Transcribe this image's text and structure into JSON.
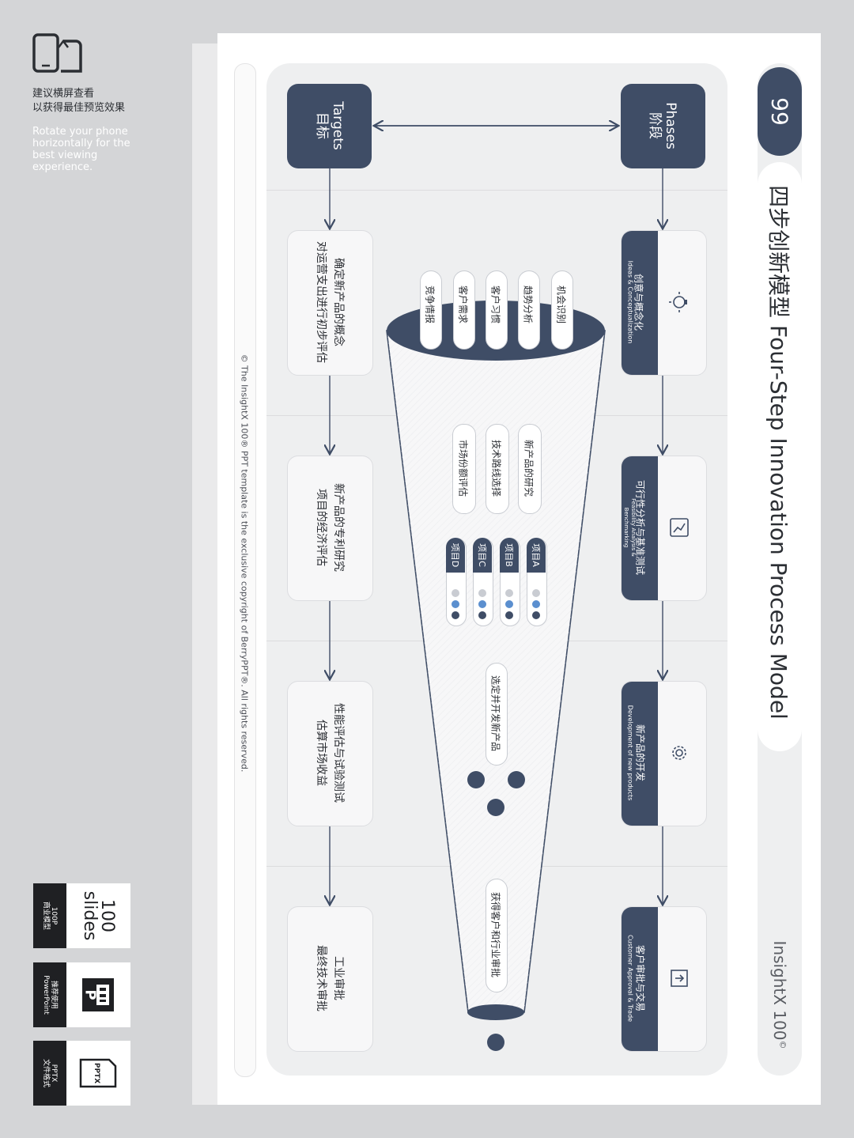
{
  "hint": {
    "cn_line1": "建议横屏查看",
    "cn_line2": "以获得最佳预览效果",
    "en_line1": "Rotate your phone",
    "en_line2": "horizontally for the",
    "en_line3": "best viewing",
    "en_line4": "experience."
  },
  "badges": [
    {
      "tag": "100P\n商业模型",
      "value": "100\nslides"
    },
    {
      "tag": "推荐使用\nPowerPoint",
      "value": "P"
    },
    {
      "tag": "PPTX\n文件格式",
      "value": "PPTX"
    }
  ],
  "slide": {
    "number": "99",
    "title": "四步创新模型 Four-Step Innovation Process Model",
    "brand": "InsightX 100",
    "brand_mark": "©",
    "copyright": "© The InsightX 100® PPT template is the exclusive copyright of BerryPPT®. All rights reserved.",
    "phases_header": {
      "en": "Phases",
      "cn": "阶段"
    },
    "targets_header": {
      "en": "Targets",
      "cn": "目标"
    },
    "phases": [
      {
        "cn": "创意与概念化",
        "en": "Ideas & Conceptualization",
        "icon": "lightbulb-icon"
      },
      {
        "cn": "可行性分析与基准测试",
        "en": "Feasibility Analysis & Benchmarking",
        "icon": "chart-icon"
      },
      {
        "cn": "新产品的开发",
        "en": "Development of new products",
        "icon": "gear-icon"
      },
      {
        "cn": "客户审批与交易",
        "en": "Customer Approval & Trade",
        "icon": "export-icon"
      }
    ],
    "targets": [
      {
        "line1": "确定新产品的概念",
        "line2": "对运营支出进行初步评估"
      },
      {
        "line1": "新产品的专利研究",
        "line2": "项目的经济评估"
      },
      {
        "line1": "性能评估与试验测试",
        "line2": "估算市场收益"
      },
      {
        "line1": "工业审批",
        "line2": "最终技术审批"
      }
    ],
    "funnel_inputs": [
      "机会识别",
      "趋势分析",
      "客户习惯",
      "客户需求",
      "竞争情报"
    ],
    "stage2_items": [
      "新产品的研究",
      "技术路线选择",
      "市场份额评估"
    ],
    "projects": [
      "项目A",
      "项目B",
      "项目C",
      "项目D"
    ],
    "stage3_label": "选定并开发新产品",
    "stage4_label": "获得客户和行业审批",
    "colors": {
      "primary": "#3f4d66",
      "accent": "#5b8fcf",
      "muted": "#c9ccd2",
      "panel": "#eeeff0"
    }
  }
}
